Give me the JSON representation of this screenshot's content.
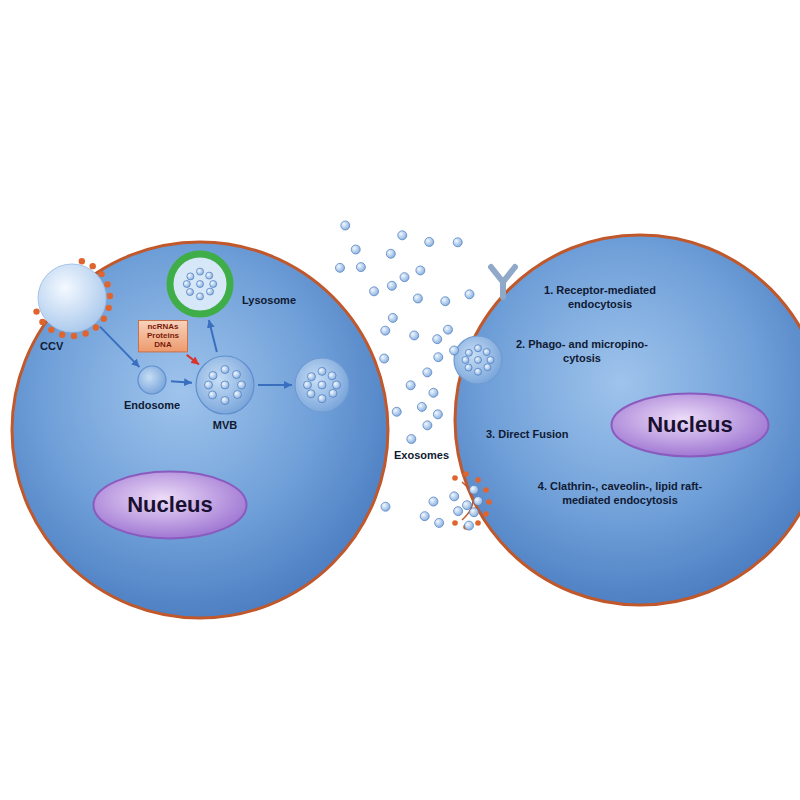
{
  "diagram": {
    "nodes": [
      {
        "text": [
          "CCV"
        ]
      },
      {
        "text": [
          "Endosome"
        ]
      },
      {
        "text": [
          "ncRNAs Proteins DNA"
        ]
      },
      {
        "text": [
          "MVB"
        ]
      },
      {
        "text": [
          "Lysosome"
        ]
      },
      {
        "text": [
          "Nucleus"
        ]
      },
      {
        "text": [
          "Nucleus"
        ]
      }
    ],
    "edges": [
      {
        "from": 0,
        "to": 1,
        "arrow": "to"
      },
      {
        "from": 1,
        "to": 3,
        "arrow": "to"
      },
      {
        "from": 3,
        "to": 4,
        "arrow": "to"
      },
      {
        "from": 2,
        "to": 3,
        "arrow": "to"
      }
    ],
    "labels": [
      "Exosomes",
      "1. Receptor-mediated endocytosis",
      "2. Phago- and micropino-cytosis",
      "3. Direct Fusion",
      "4. Clathrin-, caveolin-, lipid raft-mediated endocytosis"
    ]
  }
}
